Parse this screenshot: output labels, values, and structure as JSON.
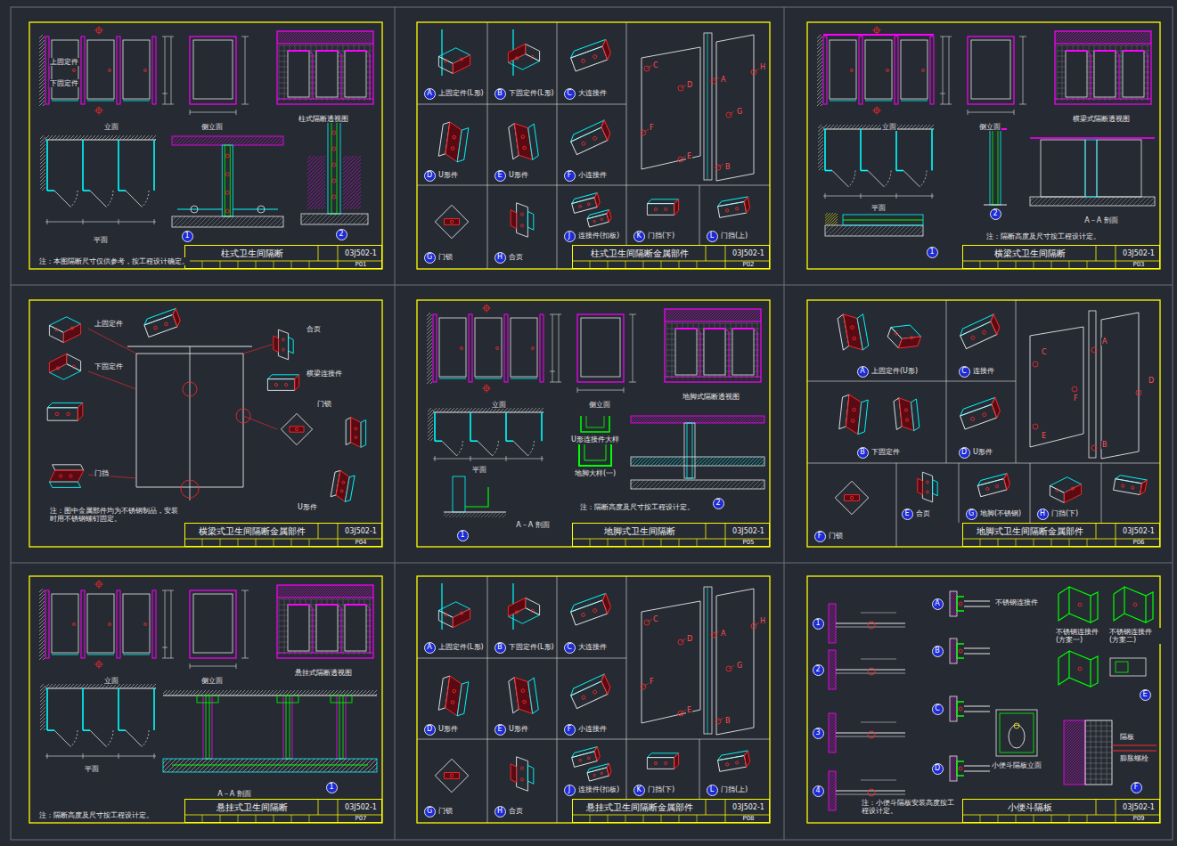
{
  "diagram": {
    "nodes": [
      {
        "text": [
          "1"
        ]
      },
      {
        "text": [
          "2"
        ]
      },
      {
        "text": [
          "柱式卫生间隔断",
          "03J502-1",
          "P01"
        ]
      },
      {
        "text": [
          "A"
        ]
      },
      {
        "text": [
          "B"
        ]
      },
      {
        "text": [
          "C"
        ]
      },
      {
        "text": [
          "D"
        ]
      },
      {
        "text": [
          "E"
        ]
      },
      {
        "text": [
          "F"
        ]
      },
      {
        "text": [
          "G"
        ]
      },
      {
        "text": [
          "H"
        ]
      },
      {
        "text": [
          "J"
        ]
      },
      {
        "text": [
          "K"
        ]
      },
      {
        "text": [
          "L"
        ]
      },
      {
        "text": [
          "柱式卫生间隔断金属部件",
          "03J502-1",
          "P02"
        ]
      },
      {
        "text": [
          "1"
        ]
      },
      {
        "text": [
          "2"
        ]
      },
      {
        "text": [
          "横梁式卫生间隔断",
          "03J502-1",
          "P03"
        ]
      },
      {
        "text": [
          "横梁式卫生间隔断金属部件",
          "03J502-1",
          "P04"
        ]
      },
      {
        "text": [
          "1"
        ]
      },
      {
        "text": [
          "2"
        ]
      },
      {
        "text": [
          "地脚式卫生间隔断",
          "03J502-1",
          "P05"
        ]
      },
      {
        "text": [
          "A"
        ]
      },
      {
        "text": [
          "C"
        ]
      },
      {
        "text": [
          "B"
        ]
      },
      {
        "text": [
          "D"
        ]
      },
      {
        "text": [
          "F"
        ]
      },
      {
        "text": [
          "E"
        ]
      },
      {
        "text": [
          "G"
        ]
      },
      {
        "text": [
          "H"
        ]
      },
      {
        "text": [
          "地脚式卫生间隔断金属部件",
          "03J502-1",
          "P06"
        ]
      },
      {
        "text": [
          "1"
        ]
      },
      {
        "text": [
          "悬挂式卫生间隔断",
          "03J502-1",
          "P07"
        ]
      },
      {
        "text": [
          "A"
        ]
      },
      {
        "text": [
          "B"
        ]
      },
      {
        "text": [
          "C"
        ]
      },
      {
        "text": [
          "D"
        ]
      },
      {
        "text": [
          "E"
        ]
      },
      {
        "text": [
          "F"
        ]
      },
      {
        "text": [
          "G"
        ]
      },
      {
        "text": [
          "H"
        ]
      },
      {
        "text": [
          "J"
        ]
      },
      {
        "text": [
          "K"
        ]
      },
      {
        "text": [
          "L"
        ]
      },
      {
        "text": [
          "悬挂式卫生间隔断金属部件",
          "03J502-1",
          "P08"
        ]
      },
      {
        "text": [
          "1"
        ]
      },
      {
        "text": [
          "2"
        ]
      },
      {
        "text": [
          "3"
        ]
      },
      {
        "text": [
          "4"
        ]
      },
      {
        "text": [
          "A"
        ]
      },
      {
        "text": [
          "B"
        ]
      },
      {
        "text": [
          "C"
        ]
      },
      {
        "text": [
          "D"
        ]
      },
      {
        "text": [
          "E"
        ]
      },
      {
        "text": [
          "F"
        ]
      },
      {
        "text": [
          "小便斗隔板",
          "03J502-1",
          "P09"
        ]
      }
    ],
    "labels": [
      "立面",
      "侧立面",
      "柱式隔断透视图",
      "平面",
      "上固定件",
      "下固定件",
      "注：本图隔断尺寸仅供参考，按工程设计确定。",
      "上固定件(L形)",
      "下固定件(L形)",
      "大连接件",
      "U形件",
      "U形件",
      "小连接件",
      "门锁",
      "合页",
      "连接件(扣板)",
      "门挡(下)",
      "门挡(上)",
      "A",
      "B",
      "C",
      "D",
      "E",
      "F",
      "G",
      "H",
      "立面",
      "侧立面",
      "横梁式隔断透视图",
      "平面",
      "A－A 剖面",
      "注：隔断高度及尺寸按工程设计定。",
      "上固定件",
      "下固定件",
      "合页",
      "门锁",
      "门挡",
      "横梁连接件",
      "U形件",
      "注：图中金属部件均为不锈钢制品，安装时用不锈钢螺钉固定。",
      "立面",
      "侧立面",
      "地脚式隔断透视图",
      "平面",
      "U形连接件大样",
      "地脚大样(一)",
      "A－A 剖面",
      "注：隔断高度及尺寸按工程设计定。",
      "上固定件(U形)",
      "连接件",
      "下固定件",
      "U形件",
      "门锁",
      "合页",
      "地脚(不锈钢)",
      "门挡(下)",
      "A",
      "B",
      "C",
      "D",
      "E",
      "F",
      "立面",
      "侧立面",
      "悬挂式隔断透视图",
      "平面",
      "A－A 剖面",
      "注：隔断高度及尺寸按工程设计定。",
      "上固定件(L形)",
      "下固定件(L形)",
      "大连接件",
      "U形件",
      "U形件",
      "小连接件",
      "门锁",
      "合页",
      "连接件(扣板)",
      "门挡(下)",
      "门挡(上)",
      "A",
      "B",
      "C",
      "D",
      "E",
      "F",
      "G",
      "H",
      "不锈钢连接件(方案一)",
      "不锈钢连接件(方案二)",
      "小便斗隔板立面",
      "隔板",
      "膨胀螺栓",
      "不锈钢连接件",
      "注：小便斗隔板安装高度按工程设计定。"
    ]
  }
}
